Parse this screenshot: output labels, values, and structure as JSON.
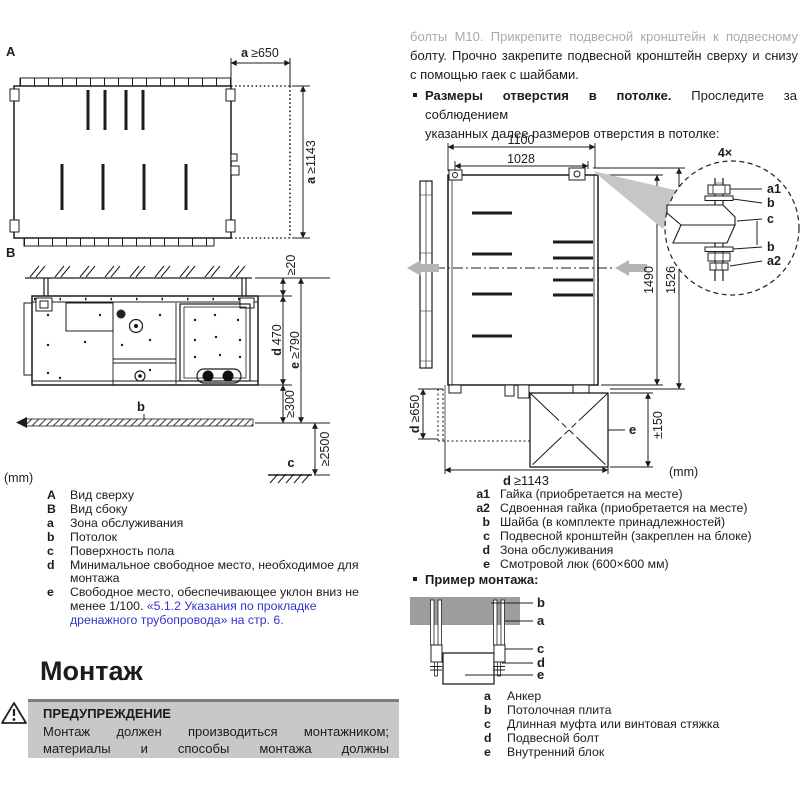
{
  "units_left": "(mm)",
  "colors": {
    "link": "#3333cc",
    "warning_bg": "#c8c8c8",
    "slab_gray": "#9d9d9d",
    "arrow_gray": "#b5b5b5"
  },
  "intro": {
    "clipped_line": "болты М10. Прикрепите подвесной кронштейн к подвесному",
    "line2": "болту. Прочно закрепите подвесной кронштейн сверху и снизу",
    "line3": "с помощью гаек с шайбами."
  },
  "bullet_hole": {
    "lead_bold": "Размеры отверстия в потолке.",
    "line1_rest": "Проследите за соблюдением",
    "line2": "указанных далее размеров отверстия в потолке:"
  },
  "bullet_example": "Пример монтажа:",
  "diagram_a": {
    "label": "A",
    "dim_width_key": "a",
    "dim_width_val": "≥650",
    "dim_height_key": "a",
    "dim_height_val": "≥1143"
  },
  "diagram_b": {
    "label": "B",
    "dim_gap": "≥20",
    "dim_depth_key": "d",
    "dim_depth_val": "470",
    "dim_slope_key": "e",
    "dim_slope_val": "≥790",
    "dim_below": "≥300",
    "dim_floor": "≥2500",
    "label_ceiling_panel": "b",
    "label_floor": "c"
  },
  "hole_diagram": {
    "dim_outer_w": "1100",
    "dim_inner_w": "1028",
    "dim_inner_h": "1490",
    "dim_outer_h": "1526",
    "dim_service_key": "d",
    "dim_service_val": "≥650",
    "dim_offset": "±150",
    "dim_width_key": "d",
    "dim_width_val": "≥1143",
    "units": "(mm)",
    "hatch_label": "e",
    "detail_count": "4×",
    "detail_label_a1": "a1",
    "detail_label_b1": "b",
    "detail_label_c": "c",
    "detail_label_b2": "b",
    "detail_label_a2": "a2"
  },
  "legend_views": [
    {
      "key": "A",
      "text": "Вид сверху"
    },
    {
      "key": "B",
      "text": "Вид сбоку"
    },
    {
      "key": "a",
      "text": "Зона обслуживания"
    },
    {
      "key": "b",
      "text": "Потолок"
    },
    {
      "key": "c",
      "text": "Поверхность пола"
    },
    {
      "key": "d",
      "text": "Минимальное свободное место, необходимое для монтажа"
    },
    {
      "key": "e",
      "text": "Свободное место, обеспечивающее уклон вниз не менее 1/100.",
      "link": "«5.1.2 Указания по прокладке дренажного трубопровода» на стр. 6."
    }
  ],
  "legend_hole": [
    {
      "key": "a1",
      "text": "Гайка (приобретается на месте)"
    },
    {
      "key": "a2",
      "text": "Сдвоенная гайка (приобретается на месте)"
    },
    {
      "key": "b",
      "text": "Шайба (в комплекте принадлежностей)"
    },
    {
      "key": "c",
      "text": "Подвесной кронштейн (закреплен на блоке)"
    },
    {
      "key": "d",
      "text": "Зона обслуживания"
    },
    {
      "key": "e",
      "text": "Смотровой люк (600×600 мм)"
    }
  ],
  "example_diagram": {
    "label_a": "a",
    "label_b": "b",
    "label_c": "c",
    "label_d": "d",
    "label_e": "e"
  },
  "legend_example": [
    {
      "key": "a",
      "text": "Анкер"
    },
    {
      "key": "b",
      "text": "Потолочная плита"
    },
    {
      "key": "c",
      "text": "Длинная муфта или винтовая стяжка"
    },
    {
      "key": "d",
      "text": "Подвесной болт"
    },
    {
      "key": "e",
      "text": "Внутренний блок"
    }
  ],
  "section_heading": "Монтаж",
  "warning": {
    "title": "ПРЕДУПРЕЖДЕНИЕ",
    "line1": "Монтаж должен производиться монтажником;",
    "line2": "материалы и способы монтажа должны"
  }
}
